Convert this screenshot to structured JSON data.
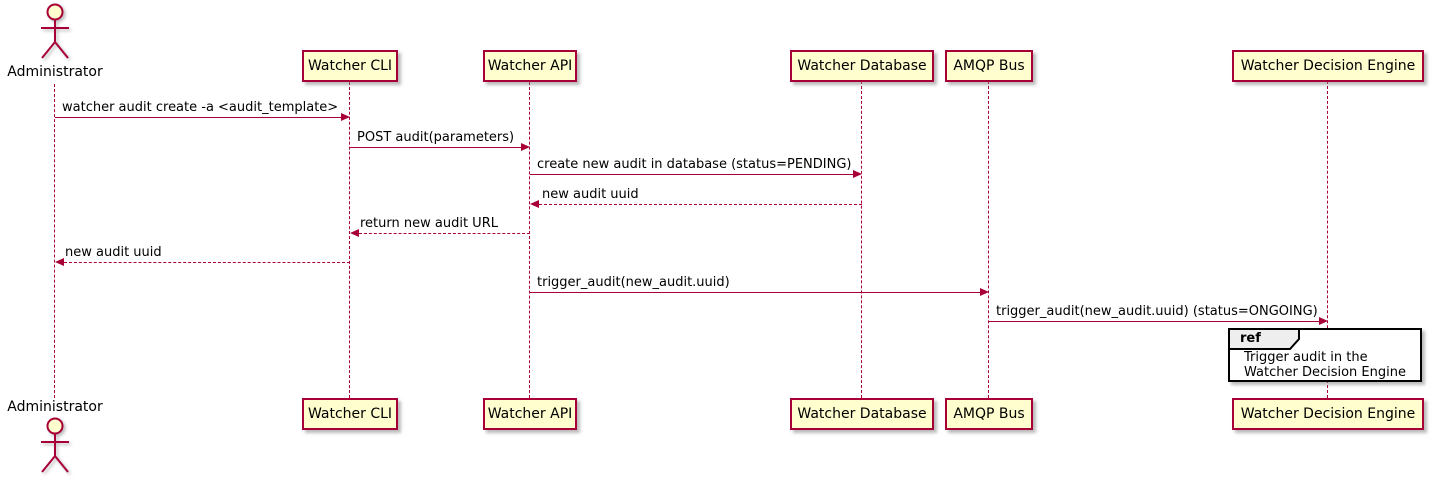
{
  "diagram": {
    "type": "sequence",
    "colors": {
      "participant_fill": "#FEFECE",
      "participant_border": "#A80036",
      "line_color": "#A80036",
      "text_color": "#000000",
      "ref_border": "#000000",
      "ref_tab_fill": "#EEEEEE"
    },
    "actor": {
      "name": "Administrator"
    },
    "participants": [
      {
        "label": "Watcher CLI"
      },
      {
        "label": "Watcher API"
      },
      {
        "label": "Watcher Database"
      },
      {
        "label": "AMQP Bus"
      },
      {
        "label": "Watcher Decision Engine"
      }
    ],
    "messages": [
      {
        "label": "watcher audit create -a <audit_template>",
        "from": "Administrator",
        "to": "Watcher CLI",
        "line": "solid"
      },
      {
        "label": "POST audit(parameters)",
        "from": "Watcher CLI",
        "to": "Watcher API",
        "line": "solid"
      },
      {
        "label": "create new audit in database (status=PENDING)",
        "from": "Watcher API",
        "to": "Watcher Database",
        "line": "solid"
      },
      {
        "label": "new audit uuid",
        "from": "Watcher Database",
        "to": "Watcher API",
        "line": "dashed"
      },
      {
        "label": "return new audit URL",
        "from": "Watcher API",
        "to": "Watcher CLI",
        "line": "dashed"
      },
      {
        "label": "new audit uuid",
        "from": "Watcher CLI",
        "to": "Administrator",
        "line": "dashed"
      },
      {
        "label": "trigger_audit(new_audit.uuid)",
        "from": "Watcher API",
        "to": "AMQP Bus",
        "line": "solid"
      },
      {
        "label": "trigger_audit(new_audit.uuid) (status=ONGOING)",
        "from": "AMQP Bus",
        "to": "Watcher Decision Engine",
        "line": "solid"
      }
    ],
    "ref": {
      "keyword": "ref",
      "lines": [
        "Trigger audit in the",
        "Watcher Decision Engine"
      ]
    }
  }
}
